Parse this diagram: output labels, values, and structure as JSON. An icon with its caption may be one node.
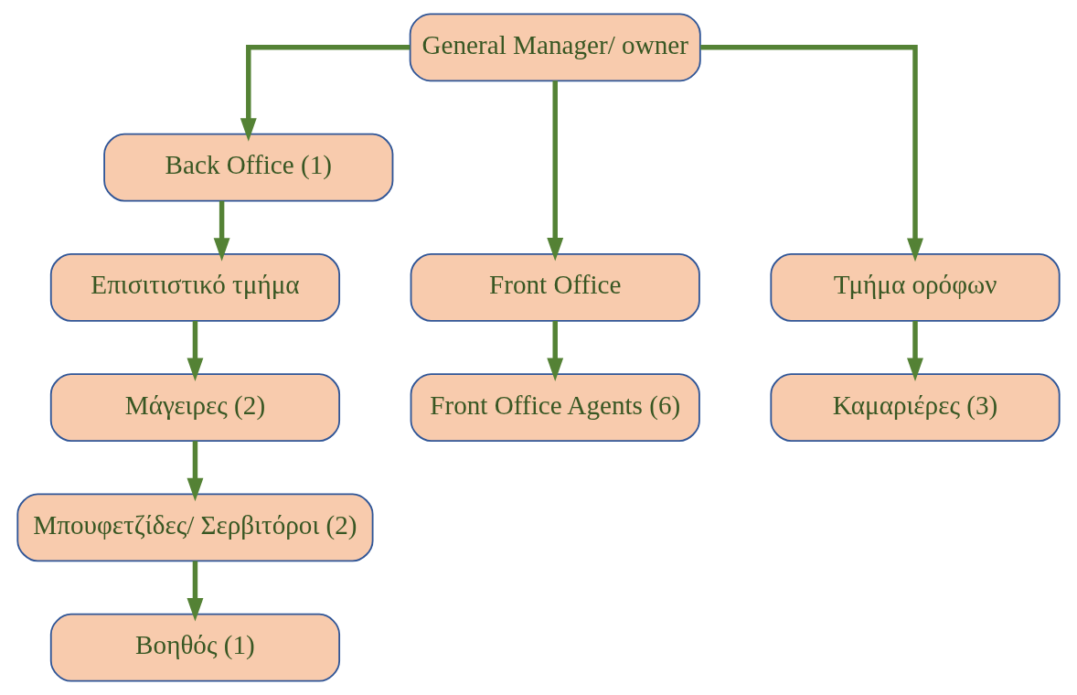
{
  "diagram": {
    "nodes": [
      {
        "text": [
          "General Manager/ owner"
        ]
      },
      {
        "text": [
          "Back Office (1)"
        ]
      },
      {
        "text": [
          "Front Office"
        ]
      },
      {
        "text": [
          "Επισιτιστικό τμήμα"
        ]
      },
      {
        "text": [
          "Τμήμα ορόφων"
        ]
      },
      {
        "text": [
          "Front Office Agents (6)"
        ]
      },
      {
        "text": [
          "Μάγειρες (2)"
        ]
      },
      {
        "text": [
          "Καμαριέρες (3)"
        ]
      },
      {
        "text": [
          "Μπουφετζίδες/ Σερβιτόροι (2)"
        ]
      },
      {
        "text": [
          "Βοηθός (1)"
        ]
      }
    ],
    "edges": [
      {
        "from": 0,
        "to": 2,
        "arrow": "to"
      },
      {
        "from": 0,
        "to": 1,
        "arrow": "to"
      },
      {
        "from": 0,
        "to": 4,
        "arrow": "to"
      },
      {
        "from": 1,
        "to": 3,
        "arrow": "to"
      },
      {
        "from": 2,
        "to": 5,
        "arrow": "to"
      },
      {
        "from": 3,
        "to": 6,
        "arrow": "to"
      },
      {
        "from": 4,
        "to": 7,
        "arrow": "to"
      },
      {
        "from": 6,
        "to": 8,
        "arrow": "to"
      },
      {
        "from": 8,
        "to": 9,
        "arrow": "to"
      }
    ]
  }
}
